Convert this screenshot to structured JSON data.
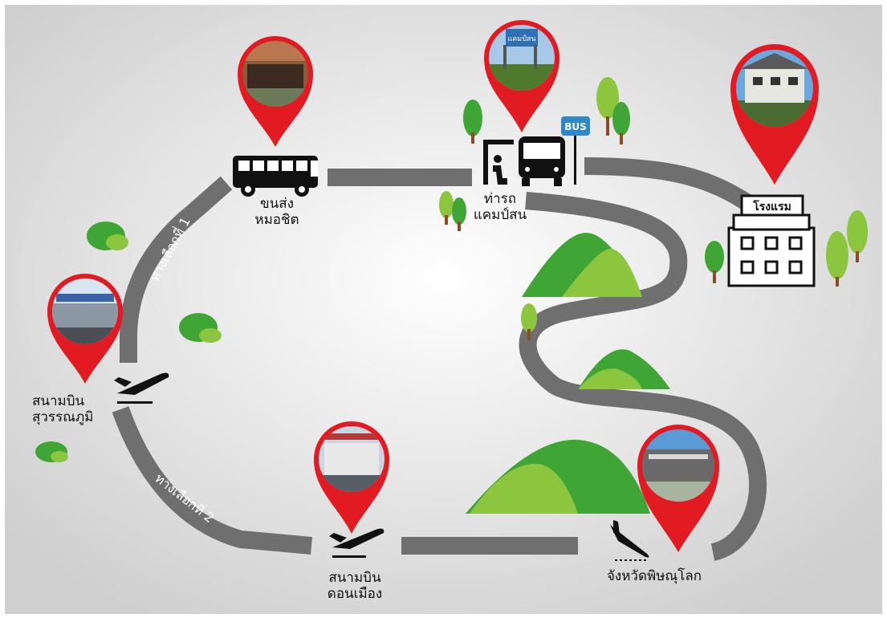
{
  "locations": {
    "mochit": [
      "ขนส่ง",
      "หมอชิต"
    ],
    "campson": [
      "ท่ารถ",
      "แคมป์สน"
    ],
    "hotel": "โรงแรม",
    "suvarnabhumi": [
      "สนามบิน",
      "สุวรรณภูมิ"
    ],
    "donmueang": [
      "สนามบิน",
      "ดอนเมือง"
    ],
    "phitsanulok": "จังหวัดพิษณุโลก"
  },
  "routes": {
    "option1": "ทางเลือกที่ 1",
    "option2": "ทางเลือกที่ 2"
  },
  "bus_stop_sign": "BUS",
  "pin_photo_text": {
    "campson": "แคมป์สน"
  },
  "colors": {
    "road": "#6f6f6f",
    "pin": "#e21b23",
    "hill_dark": "#3fa535",
    "hill_light": "#8cc63f",
    "background": "#d7d7d7"
  }
}
